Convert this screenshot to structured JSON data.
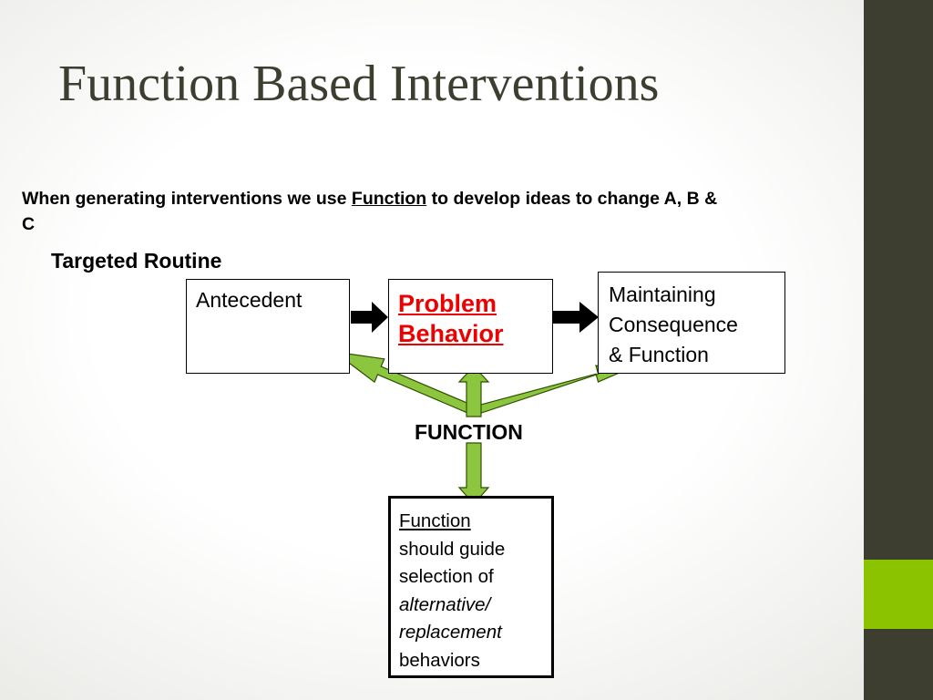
{
  "title": "Function Based Interventions",
  "intro": {
    "before": "When generating interventions we use ",
    "keyword": "Function",
    "after": " to develop ideas to change A, B & C"
  },
  "routine_label": "Targeted Routine",
  "boxes": {
    "antecedent": "Antecedent",
    "problem_line1": "Problem",
    "problem_line2": "Behavior",
    "consequence_line1": "Maintaining",
    "consequence_line2": "Consequence",
    "consequence_line3": "& Function"
  },
  "function_label": "FUNCTION",
  "guide": {
    "line1": "Function",
    "line2": "should guide",
    "line3": "selection of",
    "line4": "alternative/",
    "line5": "replacement",
    "line6": "behaviors"
  },
  "colors": {
    "title": "#3d3d30",
    "sidebar": "#3d3d30",
    "accent": "#8cc300",
    "green_arrow": "#8cc63f",
    "problem_text": "#ee0000"
  }
}
